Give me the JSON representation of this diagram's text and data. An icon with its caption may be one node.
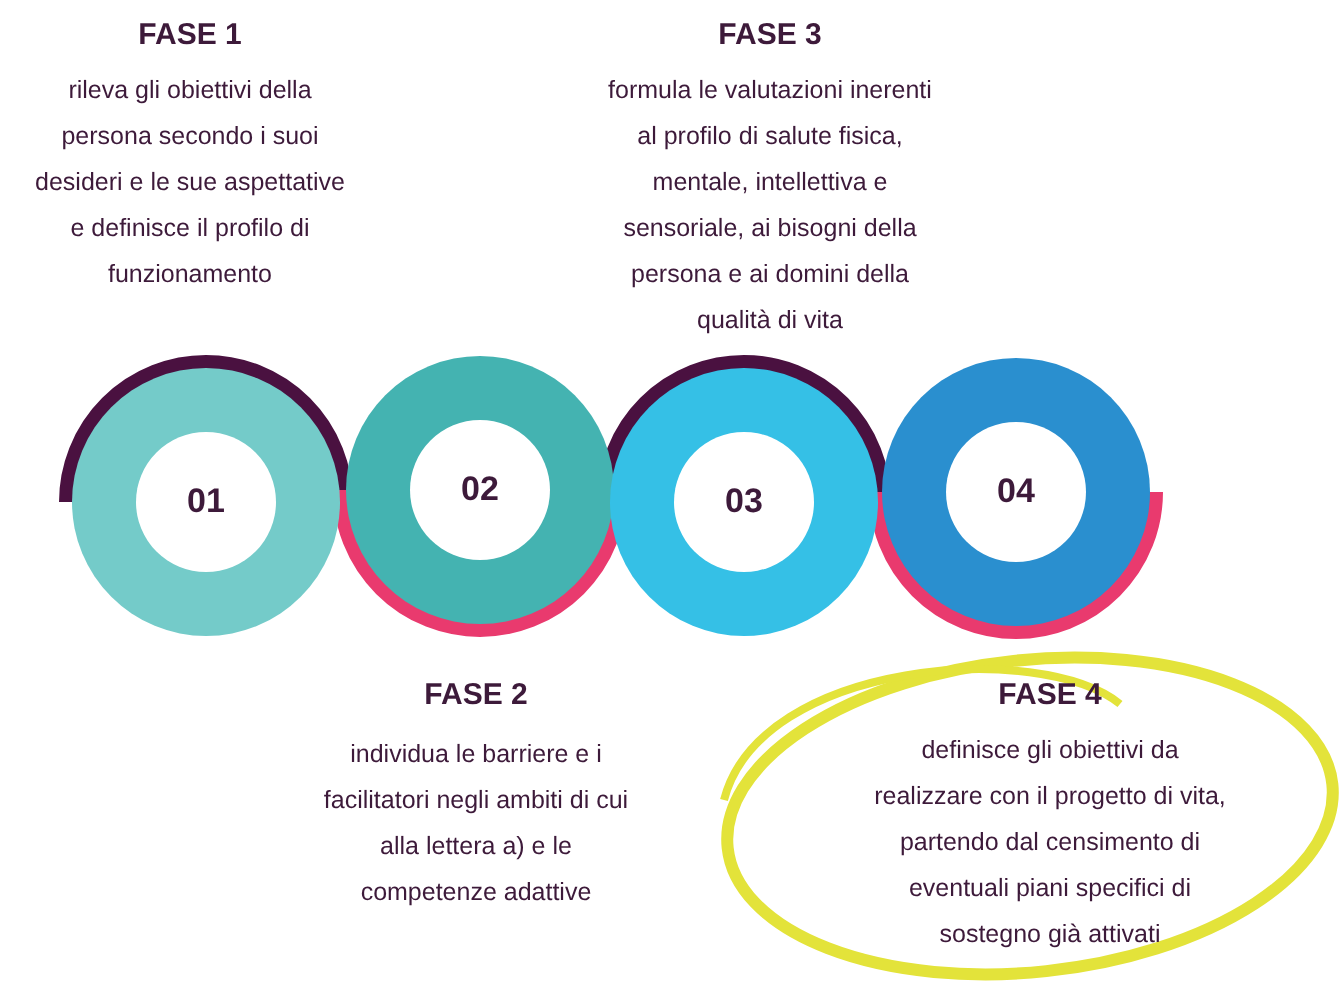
{
  "diagram": {
    "nodes": [
      {
        "text": [
          "01"
        ]
      },
      {
        "text": [
          "02"
        ]
      },
      {
        "text": [
          "03"
        ]
      },
      {
        "text": [
          "04"
        ]
      },
      {
        "text": [
          "FASE 4",
          "definisce gli obiettivi da realizzare con il progetto di vita, partendo dal censimento di eventuali piani specifici di sostegno già attivati"
        ]
      }
    ],
    "labels": [
      "FASE 1",
      "rileva gli obiettivi della persona secondo i suoi desideri e le sue aspettative e definisce il profilo di funzionamento",
      "FASE 3",
      "formula le valutazioni inerenti al profilo di salute fisica, mentale, intellettiva e sensoriale, ai bisogni della persona e ai domini della qualità di vita",
      "FASE 2",
      "individua le barriere e i facilitatori negli ambiti di cui alla lettera a) e le competenze adattive"
    ]
  }
}
